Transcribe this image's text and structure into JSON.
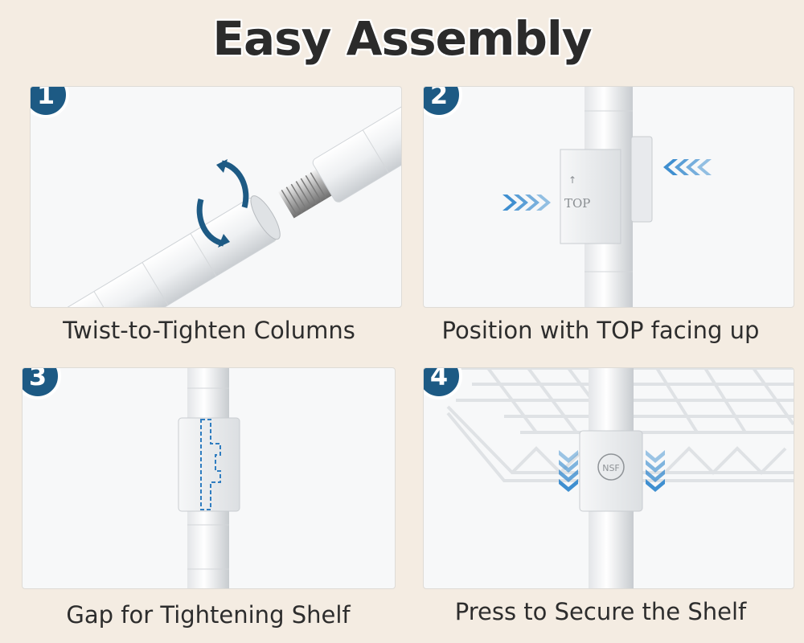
{
  "title": "Easy Assembly",
  "steps": [
    {
      "number": "1",
      "caption": "Twist-to-Tighten Columns"
    },
    {
      "number": "2",
      "caption": "Position with TOP facing up",
      "clip_text": "TOP"
    },
    {
      "number": "3",
      "caption": "Gap for Tightening Shelf"
    },
    {
      "number": "4",
      "caption": "Press to Secure the Shelf",
      "sleeve_text": "NSF"
    }
  ],
  "colors": {
    "badge": "#1d5a84",
    "arrow": "#3f8fd0",
    "background": "#f4ece2"
  }
}
